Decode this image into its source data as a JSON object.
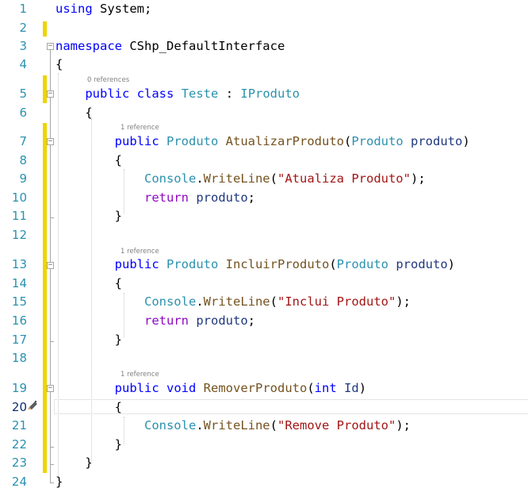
{
  "editor": {
    "codelens": {
      "class_refs": "0 references",
      "m1_refs": "1 reference",
      "m2_refs": "1 reference",
      "m3_refs": "1 reference"
    },
    "lines": [
      {
        "n": "1",
        "tokens": [
          [
            "k",
            "using"
          ],
          [
            "",
            "System;"
          ]
        ]
      },
      {
        "n": "2",
        "tokens": []
      },
      {
        "n": "3",
        "tokens": [
          [
            "k",
            "namespace"
          ],
          [
            "",
            " CShp_DefaultInterface"
          ]
        ]
      },
      {
        "n": "4",
        "tokens": [
          [
            "",
            "{"
          ]
        ]
      },
      {
        "n": "5",
        "tokens": [
          [
            "",
            "    "
          ],
          [
            "k",
            "public"
          ],
          [
            "",
            ""
          ],
          [
            "k",
            "class"
          ],
          [
            "",
            ""
          ],
          [
            "t",
            "Teste"
          ],
          [
            "",
            " : "
          ],
          [
            "t",
            "IProduto"
          ]
        ]
      },
      {
        "n": "6",
        "tokens": [
          [
            "",
            "    {"
          ]
        ]
      },
      {
        "n": "7",
        "tokens": [
          [
            "",
            "        "
          ],
          [
            "k",
            "public"
          ],
          [
            "",
            ""
          ],
          [
            "t",
            "Produto"
          ],
          [
            "",
            ""
          ],
          [
            "m",
            "AtualizarProduto"
          ],
          [
            "",
            "("
          ],
          [
            "t",
            "Produto"
          ],
          [
            "",
            ""
          ],
          [
            "p",
            "produto"
          ],
          [
            "",
            ")"
          ]
        ]
      },
      {
        "n": "8",
        "tokens": [
          [
            "",
            "        {"
          ]
        ]
      },
      {
        "n": "9",
        "tokens": [
          [
            "",
            "            "
          ],
          [
            "t",
            "Console"
          ],
          [
            ".",
            ""
          ],
          [
            "m",
            "WriteLine"
          ],
          [
            "",
            "("
          ],
          [
            "s",
            "\"Atualiza Produto\""
          ],
          [
            "",
            ");"
          ]
        ]
      },
      {
        "n": "10",
        "tokens": [
          [
            "",
            "            "
          ],
          [
            "c",
            "return"
          ],
          [
            "",
            ""
          ],
          [
            "p",
            "produto"
          ],
          [
            "",
            ";"
          ]
        ]
      },
      {
        "n": "11",
        "tokens": [
          [
            "",
            "        }"
          ]
        ]
      },
      {
        "n": "12",
        "tokens": []
      },
      {
        "n": "13",
        "tokens": [
          [
            "",
            "        "
          ],
          [
            "k",
            "public"
          ],
          [
            "",
            ""
          ],
          [
            "t",
            "Produto"
          ],
          [
            "",
            ""
          ],
          [
            "m",
            "IncluirProduto"
          ],
          [
            "",
            "("
          ],
          [
            "t",
            "Produto"
          ],
          [
            "",
            ""
          ],
          [
            "p",
            "produto"
          ],
          [
            "",
            ")"
          ]
        ]
      },
      {
        "n": "14",
        "tokens": [
          [
            "",
            "        {"
          ]
        ]
      },
      {
        "n": "15",
        "tokens": [
          [
            "",
            "            "
          ],
          [
            "t",
            "Console"
          ],
          [
            ".",
            ""
          ],
          [
            "m",
            "WriteLine"
          ],
          [
            "",
            "("
          ],
          [
            "s",
            "\"Inclui Produto\""
          ],
          [
            "",
            ");"
          ]
        ]
      },
      {
        "n": "16",
        "tokens": [
          [
            "",
            "            "
          ],
          [
            "c",
            "return"
          ],
          [
            "",
            ""
          ],
          [
            "p",
            "produto"
          ],
          [
            "",
            ";"
          ]
        ]
      },
      {
        "n": "17",
        "tokens": [
          [
            "",
            "        }"
          ]
        ]
      },
      {
        "n": "18",
        "tokens": []
      },
      {
        "n": "19",
        "tokens": [
          [
            "",
            "        "
          ],
          [
            "k",
            "public"
          ],
          [
            "",
            ""
          ],
          [
            "k",
            "void"
          ],
          [
            "",
            ""
          ],
          [
            "m",
            "RemoverProduto"
          ],
          [
            "",
            "("
          ],
          [
            "k",
            "int"
          ],
          [
            "",
            ""
          ],
          [
            "p",
            "Id"
          ],
          [
            "",
            ")"
          ]
        ]
      },
      {
        "n": "20",
        "tokens": [
          [
            "",
            "        {"
          ]
        ]
      },
      {
        "n": "21",
        "tokens": [
          [
            "",
            "            "
          ],
          [
            "t",
            "Console"
          ],
          [
            ".",
            ""
          ],
          [
            "m",
            "WriteLine"
          ],
          [
            "",
            "("
          ],
          [
            "s",
            "\"Remove Produto\""
          ],
          [
            "",
            ");"
          ]
        ]
      },
      {
        "n": "22",
        "tokens": [
          [
            "",
            "        }"
          ]
        ]
      },
      {
        "n": "23",
        "tokens": [
          [
            "",
            "    }"
          ]
        ]
      },
      {
        "n": "24",
        "tokens": [
          [
            "",
            "}"
          ]
        ]
      }
    ],
    "active_line": "20",
    "colors": {
      "keyword": "#0000ff",
      "type": "#2b91af",
      "method": "#74531f",
      "string": "#a31515",
      "control": "#8f08c4",
      "parameter": "#1f377f",
      "change_bar": "#f0d400"
    }
  }
}
